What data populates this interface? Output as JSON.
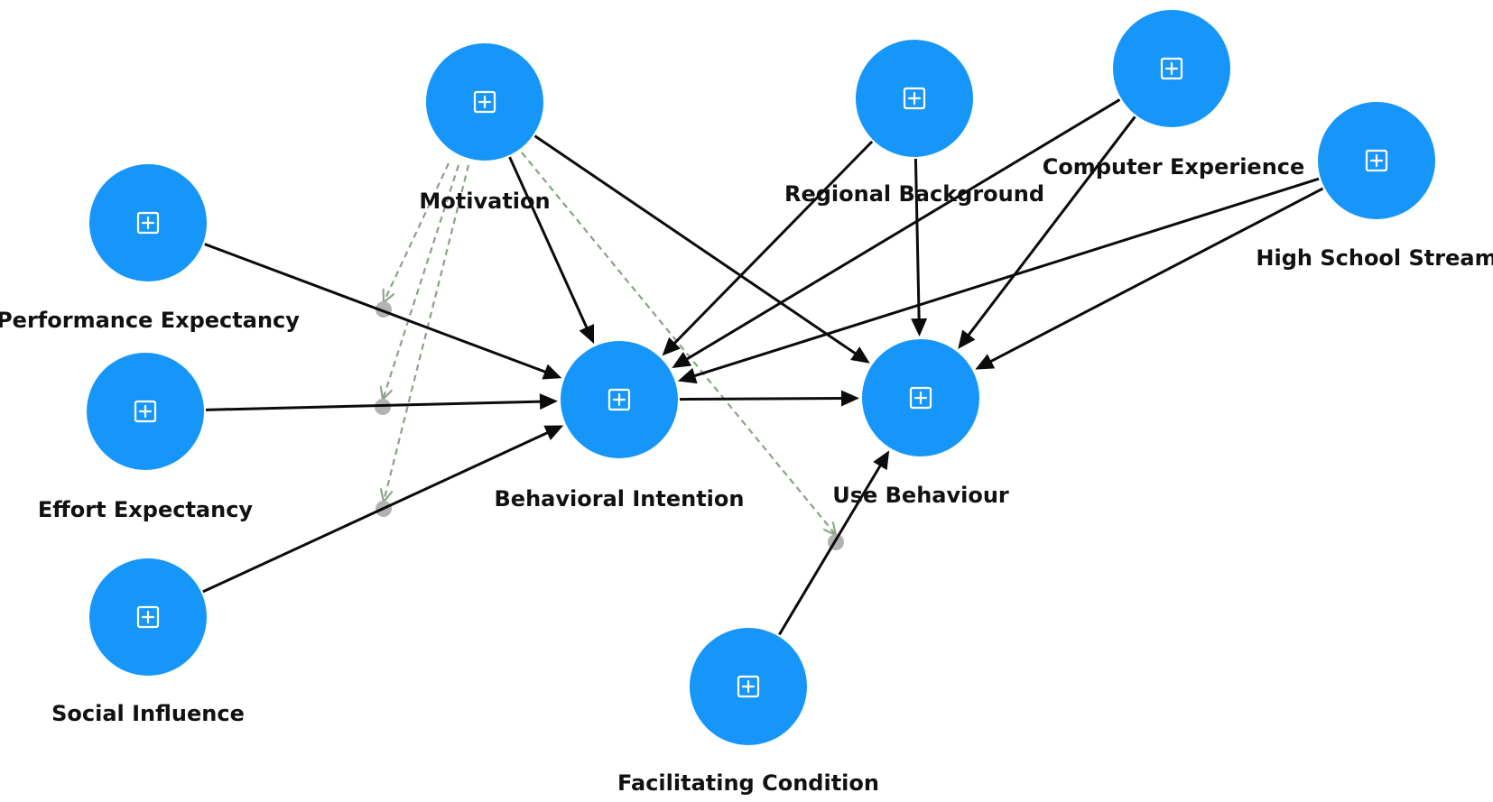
{
  "diagram": {
    "node_color": "#1796FA",
    "arrow_color": "#0b0b0b",
    "moderator_line_color": "#8aa386",
    "moderator_point_color": "#b2b2b2",
    "node_icon": "plus-square-icon",
    "nodes": [
      {
        "id": "pe",
        "label": "Performance Expectancy"
      },
      {
        "id": "ee",
        "label": "Effort Expectancy"
      },
      {
        "id": "si",
        "label": "Social Influence"
      },
      {
        "id": "mot",
        "label": "Motivation"
      },
      {
        "id": "bi",
        "label": "Behavioral Intention"
      },
      {
        "id": "ub",
        "label": "Use Behaviour"
      },
      {
        "id": "rb",
        "label": "Regional Background"
      },
      {
        "id": "ce",
        "label": "Computer Experience"
      },
      {
        "id": "hss",
        "label": "High School Stream"
      },
      {
        "id": "fc",
        "label": "Facilitating Condition"
      }
    ],
    "paths": [
      {
        "from": "pe",
        "to": "bi"
      },
      {
        "from": "ee",
        "to": "bi"
      },
      {
        "from": "si",
        "to": "bi"
      },
      {
        "from": "mot",
        "to": "bi"
      },
      {
        "from": "mot",
        "to": "ub"
      },
      {
        "from": "bi",
        "to": "ub"
      },
      {
        "from": "rb",
        "to": "bi"
      },
      {
        "from": "rb",
        "to": "ub"
      },
      {
        "from": "ce",
        "to": "bi"
      },
      {
        "from": "ce",
        "to": "ub"
      },
      {
        "from": "hss",
        "to": "bi"
      },
      {
        "from": "hss",
        "to": "ub"
      },
      {
        "from": "fc",
        "to": "ub"
      }
    ],
    "moderating_effects": [
      {
        "moderator": "mot",
        "on_path": {
          "from": "pe",
          "to": "bi"
        }
      },
      {
        "moderator": "mot",
        "on_path": {
          "from": "ee",
          "to": "bi"
        }
      },
      {
        "moderator": "mot",
        "on_path": {
          "from": "si",
          "to": "bi"
        }
      },
      {
        "moderator": "mot",
        "on_path": {
          "from": "fc",
          "to": "ub"
        }
      }
    ]
  }
}
